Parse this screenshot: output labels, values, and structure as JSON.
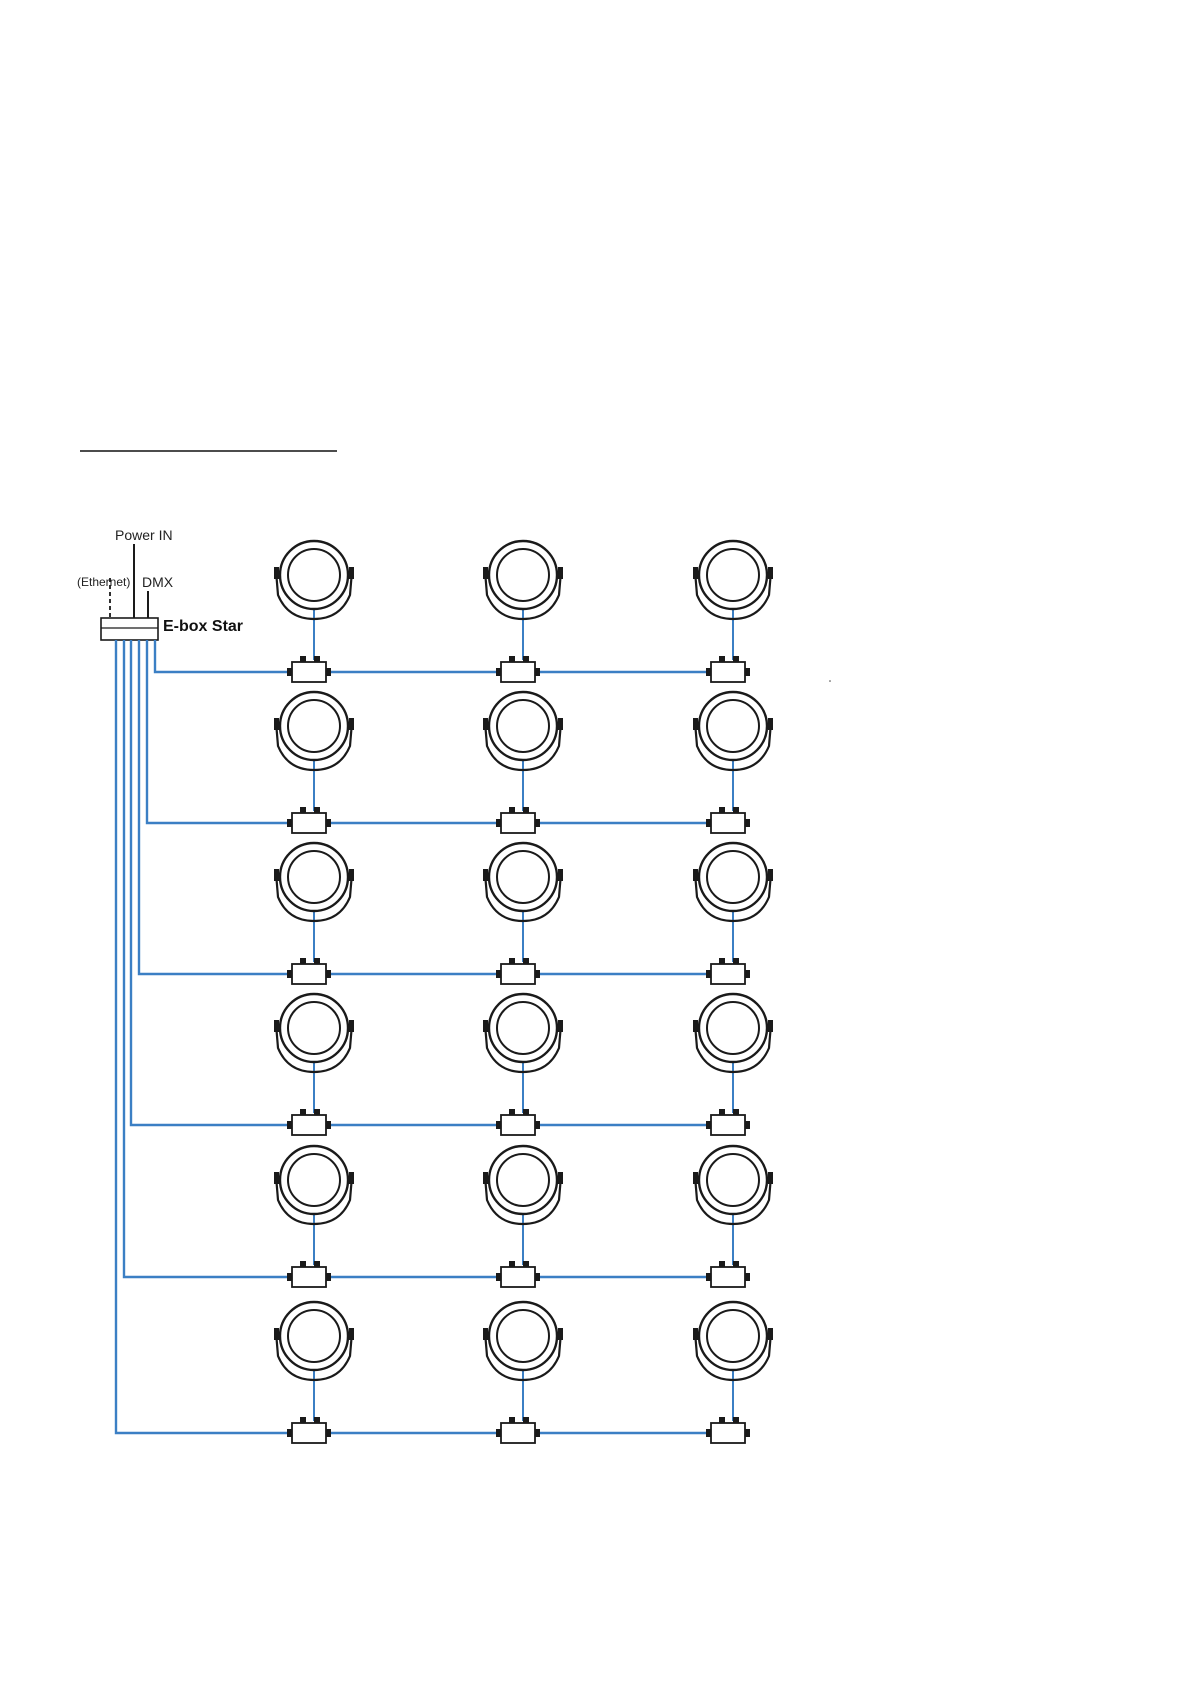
{
  "labels": {
    "power_in": "Power IN",
    "ethernet": "(Ethernet)",
    "dmx": "DMX",
    "ebox": "E-box Star"
  },
  "colors": {
    "cable": "#3b7fc4",
    "outline": "#1a1a1a",
    "background": "#ffffff"
  },
  "layout_description": {
    "rows": 6,
    "fixtures_per_row": 3,
    "icons": [
      "fixture-icon",
      "connector-box-icon",
      "control-box-icon"
    ]
  }
}
